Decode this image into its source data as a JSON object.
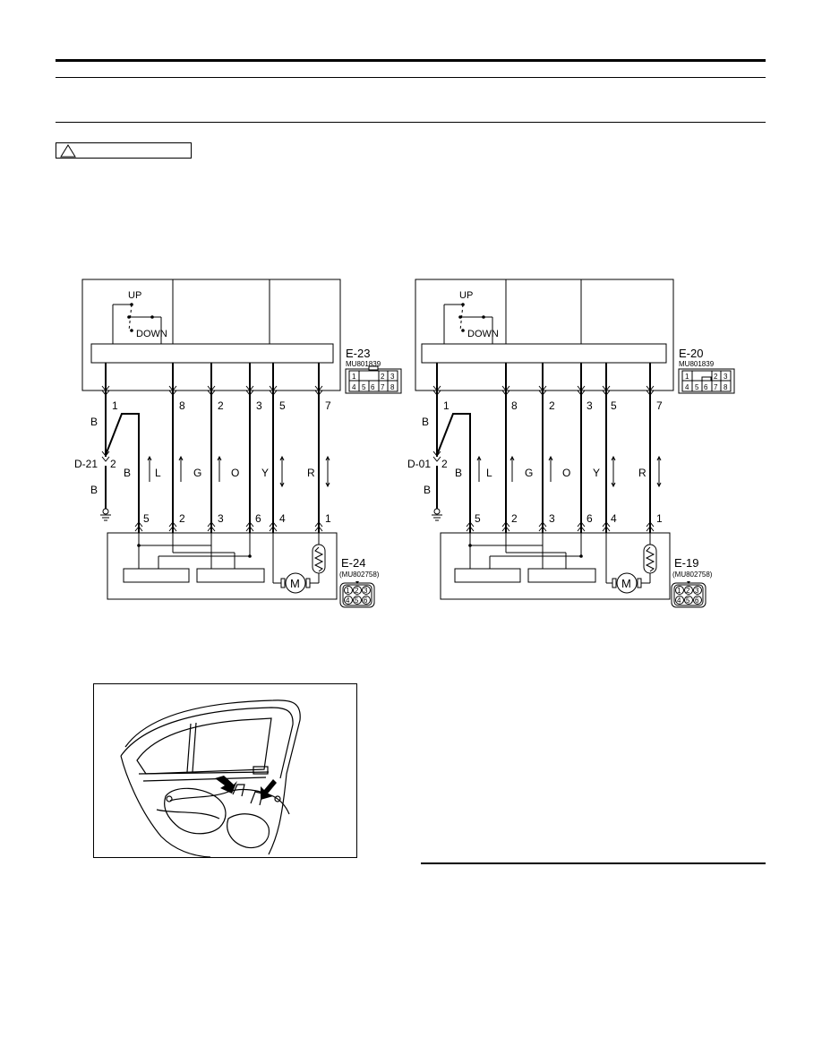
{
  "diagrams": [
    {
      "id": "left",
      "switch": {
        "up": "UP",
        "down": "DOWN"
      },
      "top_connector": {
        "id": "E-23",
        "part": "MU801839",
        "pins": [
          "1",
          "2",
          "3",
          "4",
          "5",
          "6",
          "7",
          "8"
        ]
      },
      "top_pins": [
        "1",
        "8",
        "2",
        "3",
        "5",
        "7"
      ],
      "ground_connector": "D-21",
      "ground_pin": "2",
      "ground_wire_top": "B",
      "ground_wire_bottom": "B",
      "wire_colors": [
        "B",
        "L",
        "G",
        "O",
        "Y",
        "R"
      ],
      "bottom_pins": [
        "5",
        "2",
        "3",
        "6",
        "4",
        "1"
      ],
      "motor_label": "M",
      "motor_connector": {
        "id": "E-24",
        "part": "(MU802758)",
        "pins": [
          "1",
          "2",
          "3",
          "4",
          "5",
          "6"
        ]
      }
    },
    {
      "id": "right",
      "switch": {
        "up": "UP",
        "down": "DOWN"
      },
      "top_connector": {
        "id": "E-20",
        "part": "MU801839",
        "pins": [
          "1",
          "2",
          "3",
          "4",
          "5",
          "6",
          "7",
          "8"
        ]
      },
      "top_pins": [
        "1",
        "8",
        "2",
        "3",
        "5",
        "7"
      ],
      "ground_connector": "D-01",
      "ground_pin": "2",
      "ground_wire_top": "B",
      "ground_wire_bottom": "B",
      "wire_colors": [
        "B",
        "L",
        "G",
        "O",
        "Y",
        "R"
      ],
      "bottom_pins": [
        "5",
        "2",
        "3",
        "6",
        "4",
        "1"
      ],
      "motor_label": "M",
      "motor_connector": {
        "id": "E-19",
        "part": "(MU802758)",
        "pins": [
          "1",
          "2",
          "3",
          "4",
          "5",
          "6"
        ]
      }
    }
  ]
}
